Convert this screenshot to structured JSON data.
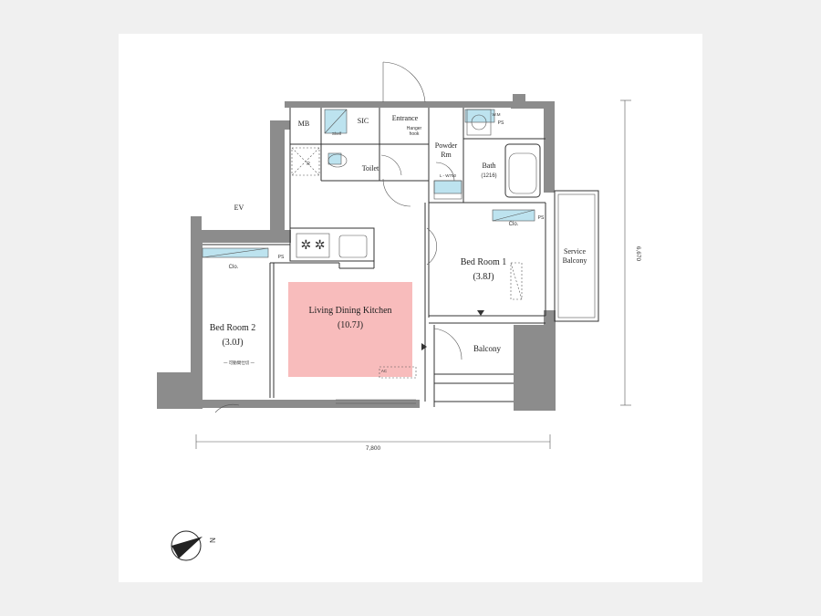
{
  "rooms": {
    "mb": "MB",
    "sic": "SIC",
    "entrance": "Entrance",
    "hanger_hook": "Hanger",
    "hanger_hook2": "hook",
    "powder_room_1": "Powder",
    "powder_room_2": "Rm",
    "toilet": "Toilet",
    "bath": "Bath",
    "bath_size": "(1216)",
    "ev": "EV",
    "service_balcony_1": "Service",
    "service_balcony_2": "Balcony",
    "bed_room_1": "Bed Room 1",
    "bed_room_1_size": "(3.8J)",
    "bed_room_2": "Bed Room 2",
    "bed_room_2_size": "(3.0J)",
    "ldk": "Living Dining Kitchen",
    "ldk_size": "(10.7J)",
    "balcony": "Balcony"
  },
  "small_labels": {
    "clo": "Clo.",
    "ps": "PS",
    "shelf": "Shelf",
    "wm": "W.M",
    "r": "R",
    "ac": "AC",
    "bedroom2_note": "一 可動間仕切 一",
    "sink_note": "L - W750"
  },
  "dimensions": {
    "width": "7,800",
    "height": "6,670"
  },
  "compass": {
    "north_letter": "N"
  },
  "colors": {
    "ldk_fill": "#f8bcbc",
    "storage_fill": "#bde3ef",
    "wall": "#8c8c8c"
  }
}
